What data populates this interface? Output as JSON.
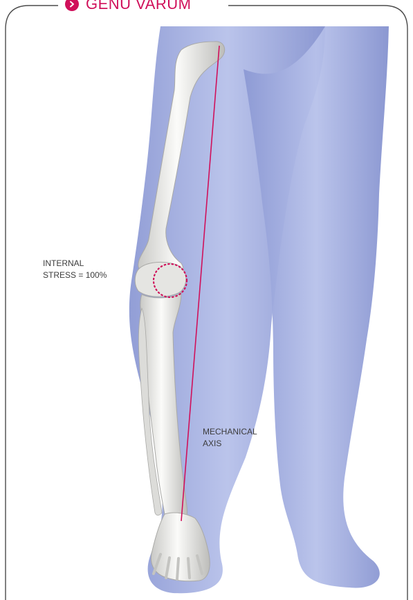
{
  "title": "GENU VARUM",
  "labels": {
    "stress_line1": "INTERNAL",
    "stress_line2": "STRESS = 100%",
    "axis_line1": "MECHANICAL",
    "axis_line2": "AXIS"
  },
  "colors": {
    "accent": "#d0105a",
    "body": "#9aa7dc",
    "bone": "#f1f1ee",
    "frame": "#4a4a4a"
  },
  "icons": {
    "title": "chevron-right-circle-icon"
  }
}
